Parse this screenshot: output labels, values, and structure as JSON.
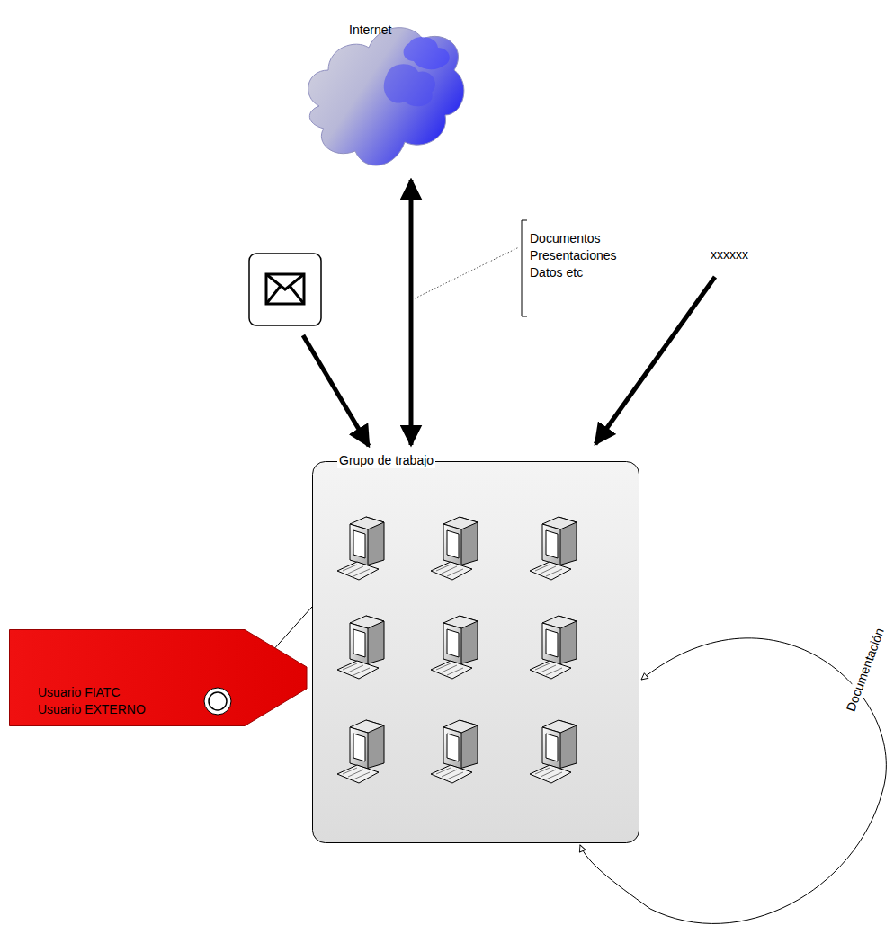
{
  "diagram": {
    "nodes": [
      {
        "text": [
          "Internet"
        ]
      },
      {
        "text": [
          "Grupo de trabajo"
        ]
      },
      {
        "text": [
          "Usuario FIATC",
          "Usuario EXTERNO"
        ]
      }
    ],
    "edges": [
      {
        "from": 0,
        "to": 1,
        "arrow": "both"
      },
      {
        "from": 2,
        "to": 1,
        "arrow": "none"
      },
      {
        "from": 1,
        "to": 1,
        "label": "Documentación",
        "arrow": "both"
      }
    ],
    "labels": [
      "Documentos Presentaciones Datos etc",
      "xxxxxx"
    ]
  }
}
